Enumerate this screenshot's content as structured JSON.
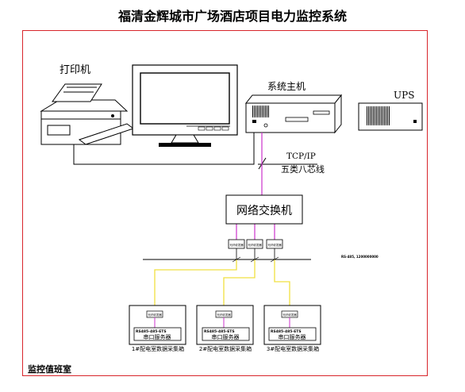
{
  "title": "福清金辉城市广场酒店项目电力监控系统",
  "devices": {
    "printer": "打印机",
    "host": "系统主机",
    "ups": "UPS",
    "switch": "网络交换机"
  },
  "network": {
    "protocol": "TCP/IP",
    "cable": "五类八芯线"
  },
  "bus_note": "RS-485, 1200000000",
  "converter_label": "光纤收发器",
  "cabinets": [
    {
      "module": "RS485-485-ETS",
      "server": "串口服务器",
      "caption": "1#配电室数据采集箱"
    },
    {
      "module": "RS485-485-ETS",
      "server": "串口服务器",
      "caption": "2#配电室数据采集箱"
    },
    {
      "module": "RS485-485-ETS",
      "server": "串口服务器",
      "caption": "3#配电室数据采集箱"
    }
  ],
  "room_label": "监控值班室",
  "colors": {
    "frame": "#d8252b",
    "cat5": "#cc33cc",
    "rs485": "#f0e040"
  }
}
